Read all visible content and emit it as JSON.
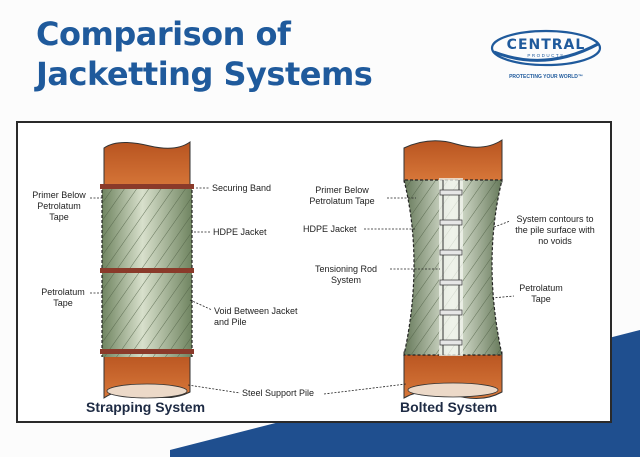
{
  "header": {
    "title_line1": "Comparison of",
    "title_line2": "Jacketting Systems"
  },
  "logo": {
    "name": "CENTRAL",
    "sub": "PRODUCTS",
    "tagline": "PROTECTING YOUR WORLD",
    "trademark": "™"
  },
  "diagram": {
    "strapping": {
      "caption": "Strapping System",
      "labels": {
        "primer": "Primer Below\nPetrolatum\nTape",
        "band": "Securing Band",
        "jacket": "HDPE Jacket",
        "petrolatum": "Petrolatum\nTape",
        "void": "Void Between Jacket\nand Pile"
      }
    },
    "bolted": {
      "caption": "Bolted System",
      "labels": {
        "primer": "Primer Below\nPetrolatum Tape",
        "jacket": "HDPE Jacket",
        "rod": "Tensioning Rod\nSystem",
        "contours": "System contours to\nthe pile surface with\nno voids",
        "petrolatum": "Petrolatum\nTape"
      }
    },
    "shared_label": "Steel Support Pile"
  },
  "colors": {
    "title": "#1f5a9c",
    "pile": "#c9652a",
    "jacket": "#8ea27a",
    "band": "#8a3a2a",
    "accent_wedge": "#1f4f8f"
  }
}
